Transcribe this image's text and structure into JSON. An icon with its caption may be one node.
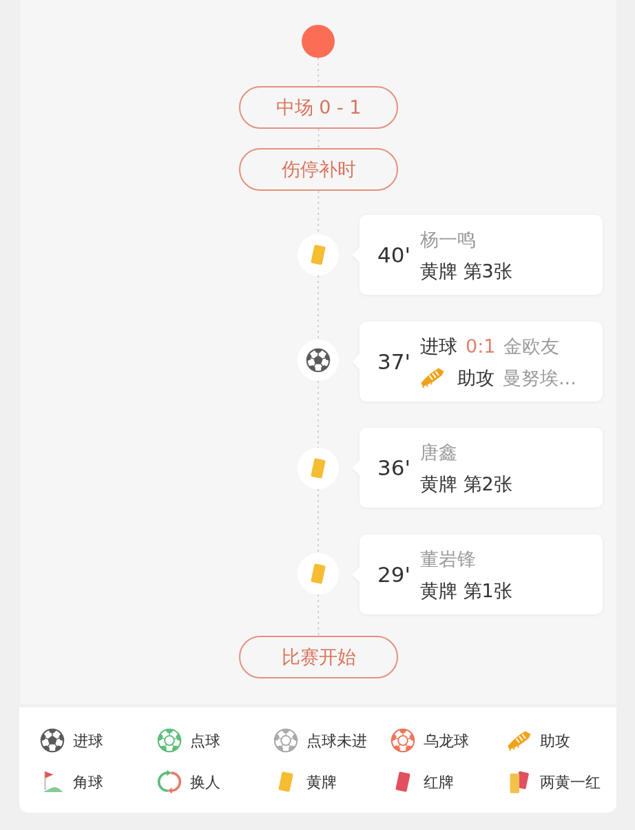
{
  "diagram": {
    "nodes": [
      {
        "text": [],
        "shape": "circle"
      },
      {
        "text": [
          "中场 0 - 1"
        ]
      },
      {
        "text": [
          "伤停补时"
        ]
      },
      {
        "text": [],
        "shape": "picture"
      },
      {
        "text": [
          "40'",
          "杨一鸣",
          "黄牌 第3张"
        ]
      },
      {
        "text": [],
        "shape": "picture"
      },
      {
        "text": [
          "37'",
          "进球",
          "0:1",
          "金欧友",
          "助攻",
          "曼努埃..."
        ]
      },
      {
        "text": [],
        "shape": "picture"
      },
      {
        "text": [
          "36'",
          "唐鑫",
          "黄牌 第2张"
        ]
      },
      {
        "text": [],
        "shape": "picture"
      },
      {
        "text": [
          "29'",
          "董岩锋",
          "黄牌 第1张"
        ]
      },
      {
        "text": [
          "比赛开始"
        ]
      }
    ],
    "edges": [
      {
        "from": 0,
        "to": 1,
        "arrow": "none",
        "style": "dashed"
      },
      {
        "from": 1,
        "to": 2,
        "arrow": "none",
        "style": "dashed"
      },
      {
        "from": 2,
        "to": 3,
        "arrow": "none",
        "style": "dashed"
      },
      {
        "from": 3,
        "to": 5,
        "arrow": "none",
        "style": "dashed"
      },
      {
        "from": 5,
        "to": 7,
        "arrow": "none",
        "style": "dashed"
      },
      {
        "from": 7,
        "to": 9,
        "arrow": "none",
        "style": "dashed"
      },
      {
        "from": 9,
        "to": 11,
        "arrow": "none",
        "style": "dashed"
      }
    ],
    "legend": [
      {
        "text": "进球"
      },
      {
        "text": "点球"
      },
      {
        "text": "点球未进"
      },
      {
        "text": "乌龙球"
      },
      {
        "text": "助攻"
      },
      {
        "text": "角球"
      },
      {
        "text": "换人"
      },
      {
        "text": "黄牌"
      },
      {
        "text": "红牌"
      },
      {
        "text": "两黄一红"
      }
    ]
  }
}
